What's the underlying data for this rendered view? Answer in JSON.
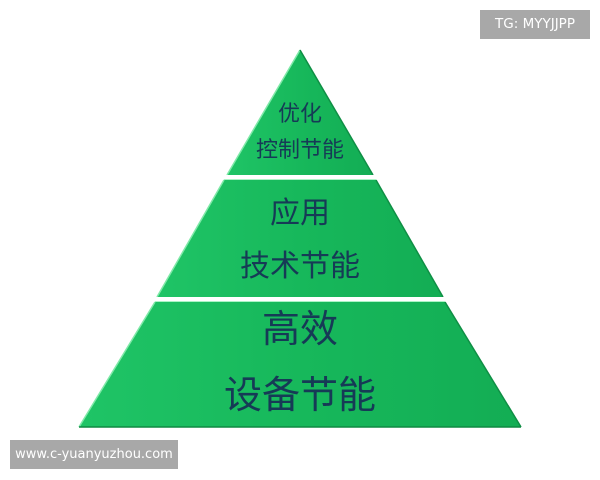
{
  "diagram": {
    "type": "pyramid",
    "fill_color": "#17b85b",
    "edge_highlight_color": "#6fe59a",
    "edge_shadow_color": "#0c8a40",
    "text_color": "#163a56",
    "tiers": [
      {
        "position": "top",
        "lines": [
          "优化",
          "控制节能"
        ]
      },
      {
        "position": "middle",
        "lines": [
          "应用",
          "技术节能"
        ]
      },
      {
        "position": "bottom",
        "lines": [
          "高效",
          "设备节能"
        ]
      }
    ]
  },
  "watermarks": {
    "top_right": "TG: MYYJJPP",
    "bottom_left": "www.c-yuanyuzhou.com"
  }
}
